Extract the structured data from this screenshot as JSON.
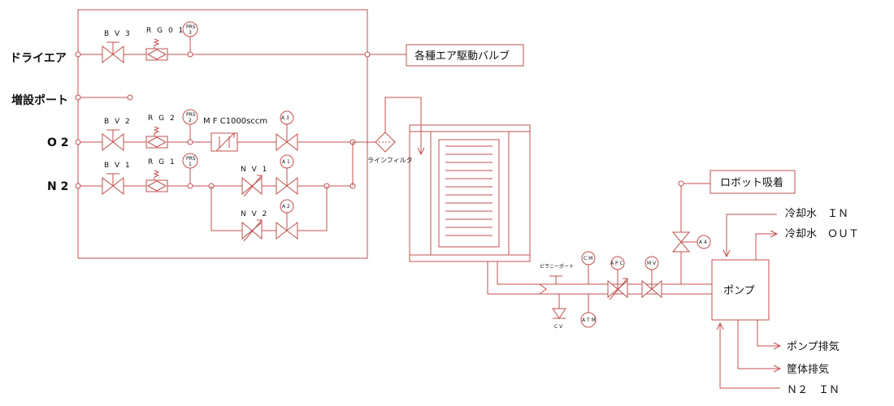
{
  "inlets": {
    "dry_air": "ドライエア",
    "expansion_port": "増設ポート",
    "o2": "O 2",
    "n2": "N 2"
  },
  "components": {
    "bv3": "B V 3",
    "bv2": "B V 2",
    "bv1": "B V 1",
    "rg01": "R G 0 1",
    "rg2": "R G 2",
    "rg1": "R G 1",
    "prs3": [
      "PRS",
      "3"
    ],
    "prs2": [
      "PRS",
      "2"
    ],
    "prs1": [
      "PRS",
      "1"
    ],
    "mfc": "M F C1000sccm",
    "a3": "A 3",
    "a1": "A 1",
    "a2": "A 2",
    "a4": "A 4",
    "nv1": "N V 1",
    "nv2": "N V 2",
    "line_filter": "ラインフィルタ",
    "pirani_port": "ピラニーポート",
    "cm": "C M",
    "apc": "A P C",
    "mv": "M V",
    "cv": "C V",
    "atm": "A T M"
  },
  "outputs": {
    "air_valves": "各種エア駆動バルブ",
    "robot_suction": "ロボット吸着",
    "pump": "ポンプ",
    "cooling_in": "冷却水　ＩＮ",
    "cooling_out": "冷却水　ＯＵＴ",
    "pump_exhaust": "ポンプ排気",
    "housing_exhaust": "筐体排気",
    "n2_in": "Ｎ２　ＩＮ"
  },
  "colors": {
    "line": "#c0504d",
    "text": "#111111"
  }
}
